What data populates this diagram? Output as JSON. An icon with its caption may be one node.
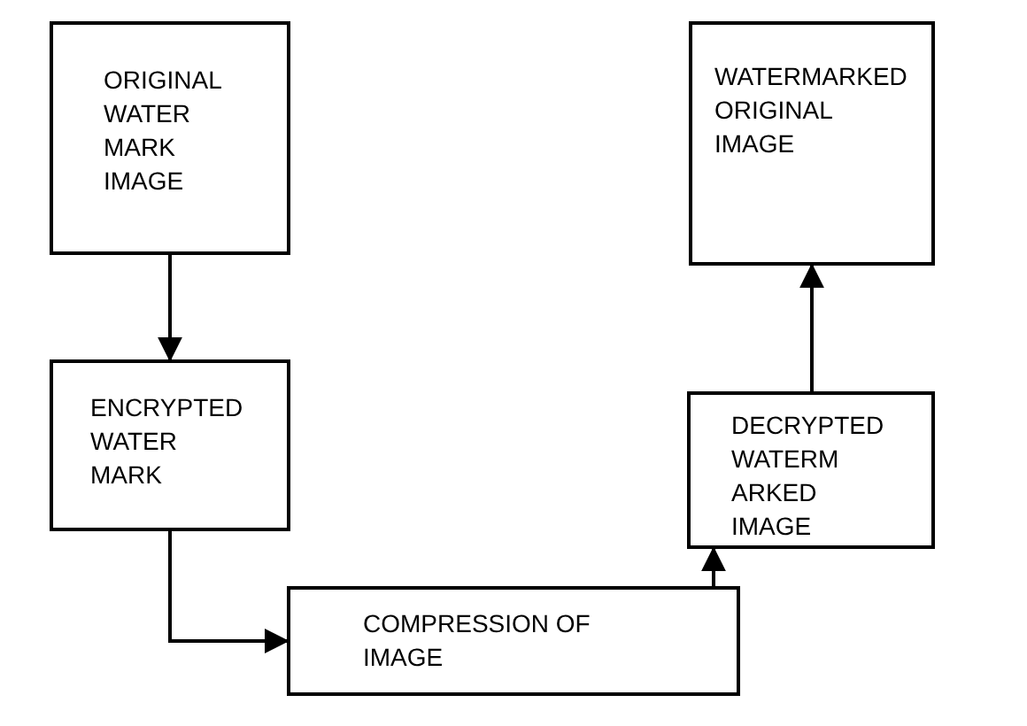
{
  "diagram": {
    "nodes": [
      {
        "text": [
          "ORIGINAL WATER MARK IMAGE"
        ]
      },
      {
        "text": [
          "ENCRYPTED WATER MARK"
        ]
      },
      {
        "text": [
          "COMPRESSION OF IMAGE"
        ]
      },
      {
        "text": [
          "DECRYPTED WATERM ARKED IMAGE"
        ]
      },
      {
        "text": [
          "WATERMARKED ORIGINAL IMAGE"
        ]
      }
    ],
    "edges": [
      {
        "from": 0,
        "to": 1,
        "arrow": "to"
      },
      {
        "from": 1,
        "to": 2,
        "arrow": "to"
      },
      {
        "from": 2,
        "to": 3,
        "arrow": "to"
      },
      {
        "from": 3,
        "to": 4,
        "arrow": "to"
      }
    ]
  }
}
